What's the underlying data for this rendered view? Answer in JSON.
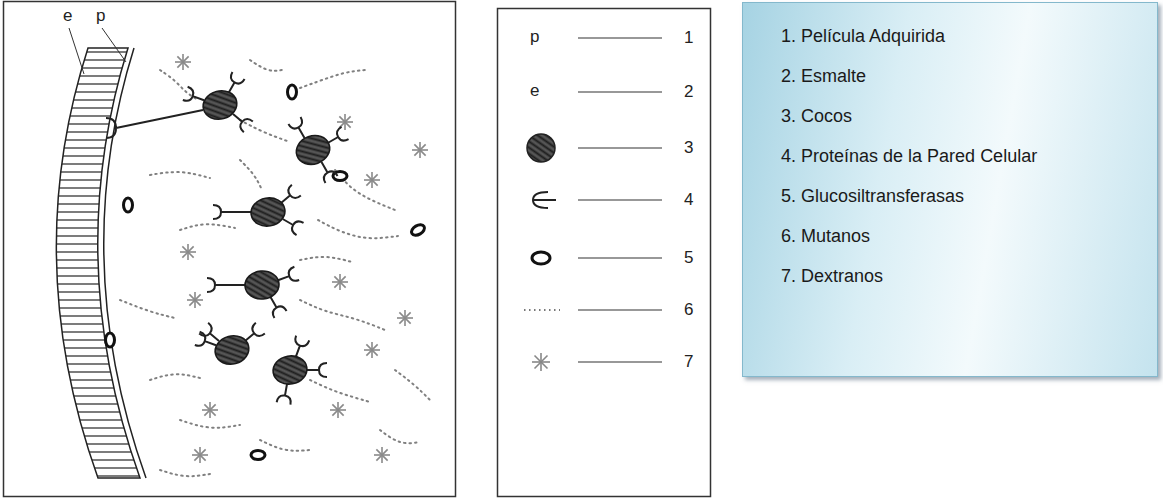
{
  "diagram": {
    "nodes": [
      {
        "text": [
          "1. Película Adquirida",
          "2. Esmalte",
          "3. Cocos",
          "4. Proteínas de la Pared Celular",
          "5. Glucosiltransferasas",
          "6. Mutanos",
          "7. Dextranos"
        ]
      }
    ],
    "labels": [
      "e",
      "p",
      "p",
      "e"
    ],
    "legend": [
      {
        "text": "1"
      },
      {
        "text": "2"
      },
      {
        "text": "3"
      },
      {
        "text": "4"
      },
      {
        "text": "5"
      },
      {
        "text": "6"
      },
      {
        "text": "7"
      }
    ]
  }
}
